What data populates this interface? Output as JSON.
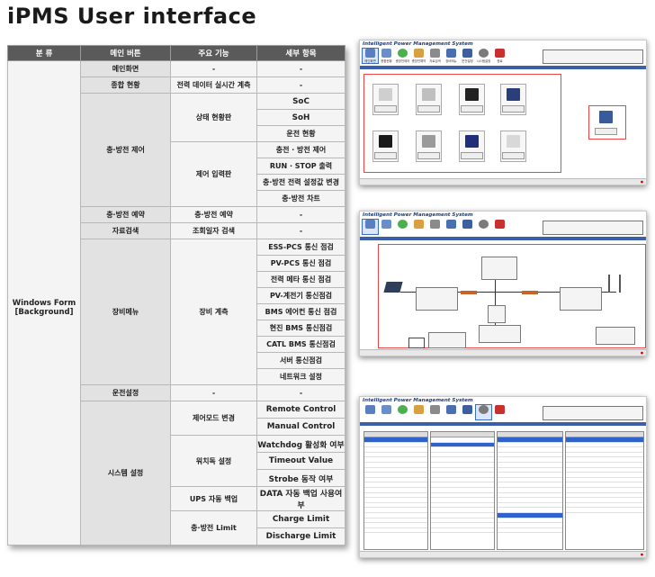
{
  "title": "iPMS User interface",
  "table": {
    "headers": [
      "분 류",
      "메인 버튼",
      "주요 기능",
      "세부 항목"
    ],
    "category": "Windows Form\n[Background]",
    "rows": {
      "main": {
        "btn": "메인화면",
        "func": "-",
        "detail": "-"
      },
      "overview": {
        "btn": "종합 현황",
        "func": "전력 데이터 실시간 계측",
        "detail": "-"
      },
      "chgctl": {
        "btn": "충·방전 제어",
        "func_status": "상태 현황판",
        "func_input": "제어 입력판",
        "details": [
          "SoC",
          "SoH",
          "운전 현황",
          "충전 · 방전 제어",
          "RUN · STOP 출력",
          "충·방전 전력 설정값 변경",
          "충·방전 차트"
        ]
      },
      "reserve": {
        "btn": "충·방전 예약",
        "func": "충·방전 예약",
        "detail": "-"
      },
      "search": {
        "btn": "자료검색",
        "func": "조회일자 검색",
        "detail": "-"
      },
      "equip": {
        "btn": "장비메뉴",
        "func": "장비 계측",
        "details": [
          "ESS-PCS 통신 점검",
          "PV-PCS 통신 점검",
          "전력 메타 통신 점검",
          "PV-계전기 통신점검",
          "BMS 에어컨 통신 점검",
          "현진 BMS 통신점검",
          "CATL BMS 통신점검",
          "서버 통신점검",
          "네트워크 설정"
        ]
      },
      "run": {
        "btn": "운전설정",
        "func": "-",
        "detail": "-"
      },
      "sys": {
        "btn": "시스템 설정",
        "groups": [
          {
            "func": "제어모드 변경",
            "details": [
              "Remote Control",
              "Manual Control"
            ]
          },
          {
            "func": "워치독 설정",
            "details": [
              "Watchdog 활성화 여부",
              "Timeout Value",
              "Strobe 동작 여부"
            ]
          },
          {
            "func": "UPS 자동 백업",
            "details": [
              "DATA 자동 백업 사용여부"
            ]
          },
          {
            "func": "충·방전 Limit",
            "details": [
              "Charge Limit",
              "Discharge Limit"
            ]
          }
        ]
      }
    }
  },
  "app": {
    "name": "Intelligent Power Management System",
    "toolbar": [
      "메인화면",
      "종합현황",
      "충방전제어",
      "충방전예약",
      "자료검색",
      "장비메뉴",
      "운전설정",
      "시스템설정",
      "종료"
    ]
  },
  "colors": {
    "header": "#5a5a5a",
    "accent_red": "#e44444",
    "nav_blue": "#3b5fa8",
    "arrow": "#c6642a"
  }
}
